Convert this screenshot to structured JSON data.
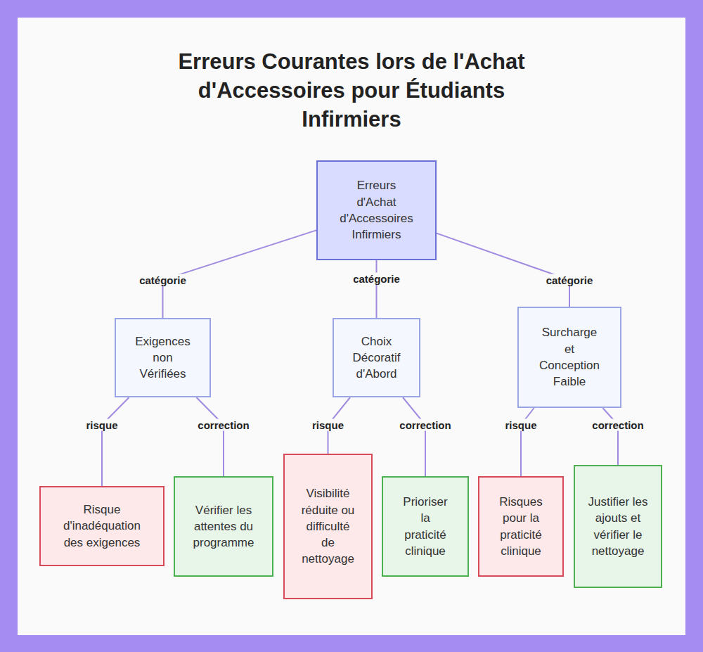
{
  "diagram": {
    "title": "Erreurs Courantes lors de l'Achat d'Accessoires pour Étudiants Infirmiers",
    "nodes": [
      {
        "text": [
          "Erreurs d'Achat d'Accessoires Infirmiers"
        ]
      },
      {
        "text": [
          "Exigences non Vérifiées"
        ]
      },
      {
        "text": [
          "Choix Décoratif d'Abord"
        ]
      },
      {
        "text": [
          "Surcharge et Conception Faible"
        ]
      },
      {
        "text": [
          "Risque d'inadéquation des exigences"
        ]
      },
      {
        "text": [
          "Vérifier les attentes du programme"
        ]
      },
      {
        "text": [
          "Visibilité réduite ou difficulté de nettoyage"
        ]
      },
      {
        "text": [
          "Prioriser la praticité clinique"
        ]
      },
      {
        "text": [
          "Risques pour la praticité clinique"
        ]
      },
      {
        "text": [
          "Justifier les ajouts et vérifier le nettoyage"
        ]
      }
    ],
    "edges": [
      {
        "from": 0,
        "to": 1,
        "label": "catégorie",
        "arrow": "none"
      },
      {
        "from": 0,
        "to": 2,
        "label": "catégorie",
        "arrow": "none"
      },
      {
        "from": 0,
        "to": 3,
        "label": "catégorie",
        "arrow": "none"
      },
      {
        "from": 1,
        "to": 4,
        "label": "risque",
        "arrow": "none"
      },
      {
        "from": 1,
        "to": 5,
        "label": "correction",
        "arrow": "none"
      },
      {
        "from": 2,
        "to": 6,
        "label": "risque",
        "arrow": "none"
      },
      {
        "from": 2,
        "to": 7,
        "label": "correction",
        "arrow": "none"
      },
      {
        "from": 3,
        "to": 8,
        "label": "risque",
        "arrow": "none"
      },
      {
        "from": 3,
        "to": 9,
        "label": "correction",
        "arrow": "none"
      }
    ]
  }
}
